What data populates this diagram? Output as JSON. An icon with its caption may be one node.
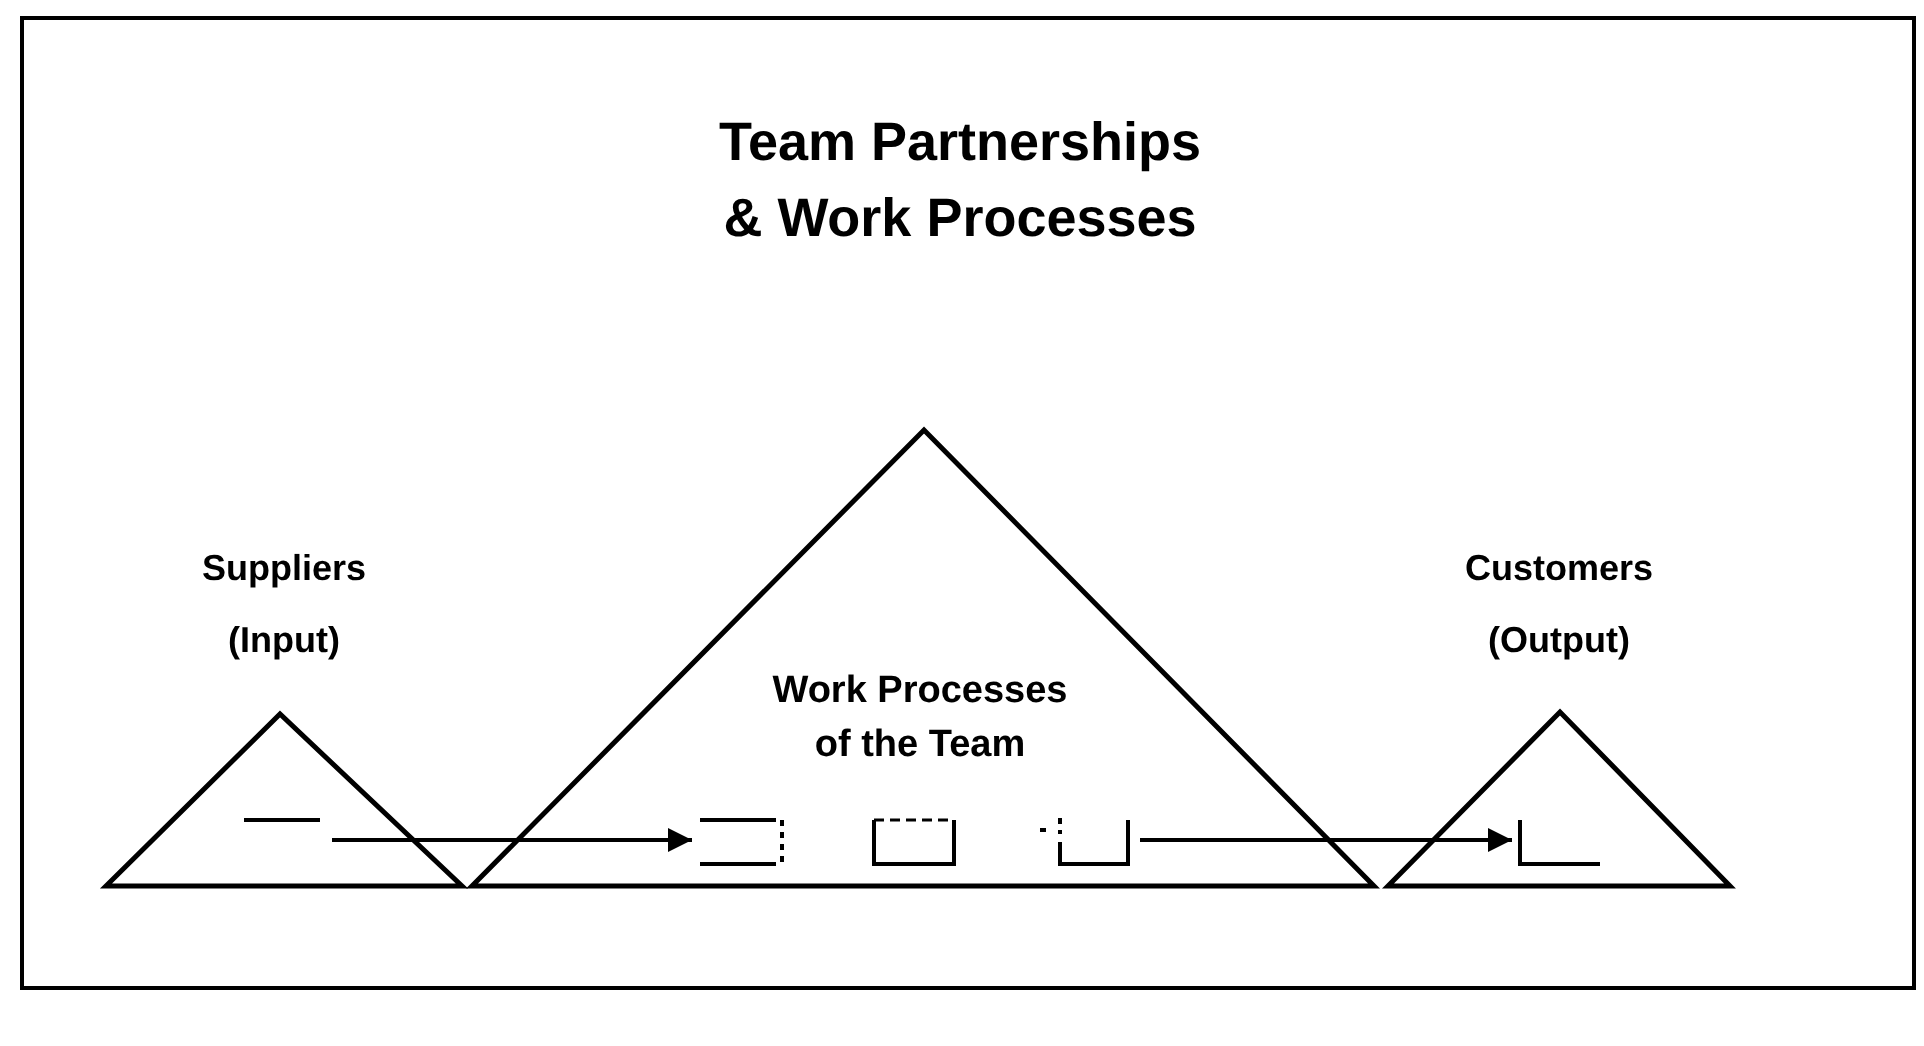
{
  "diagram": {
    "title": "Team Partnerships & Work Processes",
    "nodes": [
      {
        "text": [
          "Suppliers",
          "(Input)"
        ]
      },
      {
        "text": [
          "Work Processes of the Team"
        ]
      },
      {
        "text": [
          "Customers",
          "(Output)"
        ]
      },
      {
        "text": [],
        "shape": "box",
        "in": 0
      },
      {
        "text": [],
        "shape": "box",
        "in": 1
      },
      {
        "text": [],
        "shape": "box",
        "in": 1
      },
      {
        "text": [],
        "shape": "box",
        "in": 1
      },
      {
        "text": [],
        "shape": "box",
        "in": 2
      }
    ],
    "edges": [
      {
        "from": 3,
        "to": 4,
        "arrow": "to"
      },
      {
        "from": 6,
        "to": 7,
        "arrow": "to"
      }
    ]
  }
}
